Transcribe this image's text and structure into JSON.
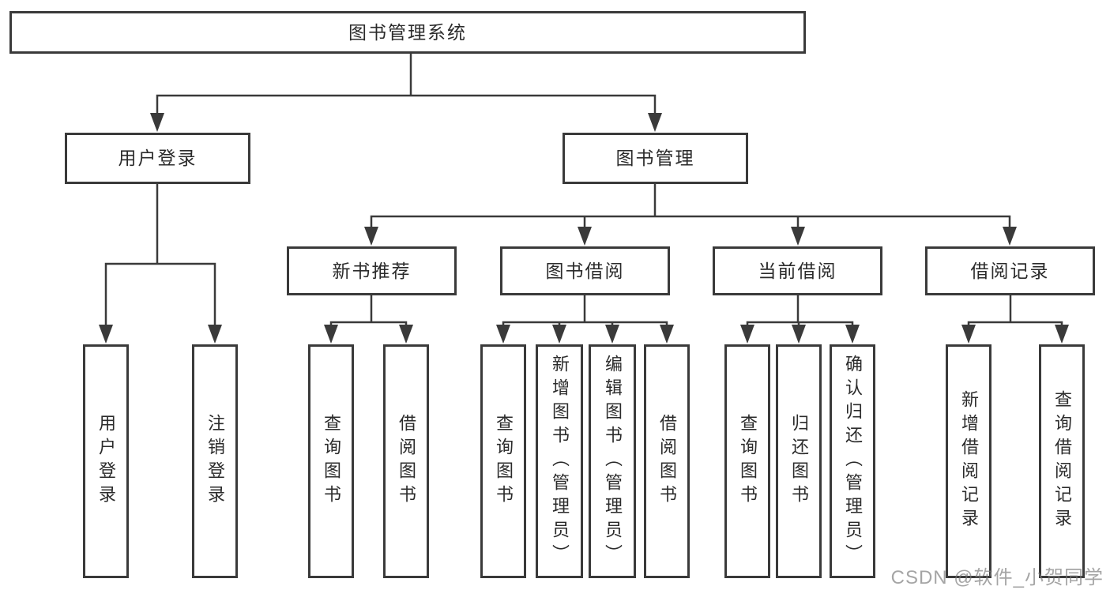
{
  "diagram": {
    "root": {
      "label": "图书管理系统"
    },
    "branches": [
      {
        "label": "用户登录",
        "children": [
          {
            "label": "用户登录"
          },
          {
            "label": "注销登录"
          }
        ]
      },
      {
        "label": "图书管理",
        "children": [
          {
            "label": "新书推荐",
            "children": [
              {
                "label": "查询图书"
              },
              {
                "label": "借阅图书"
              }
            ]
          },
          {
            "label": "图书借阅",
            "children": [
              {
                "label": "查询图书"
              },
              {
                "label": "新增图书（管理员）"
              },
              {
                "label": "编辑图书（管理员）"
              },
              {
                "label": "借阅图书"
              }
            ]
          },
          {
            "label": "当前借阅",
            "children": [
              {
                "label": "查询图书"
              },
              {
                "label": "归还图书"
              },
              {
                "label": "确认归还（管理员）"
              }
            ]
          },
          {
            "label": "借阅记录",
            "children": [
              {
                "label": "新增借阅记录"
              },
              {
                "label": "查询借阅记录"
              }
            ]
          }
        ]
      }
    ]
  },
  "watermark": {
    "text": "CSDN @软件_小贺同学"
  },
  "colors": {
    "line": "#3a3a3a",
    "text": "#2b2b2b",
    "background": "#ffffff",
    "watermark": "#b3b3b3"
  }
}
